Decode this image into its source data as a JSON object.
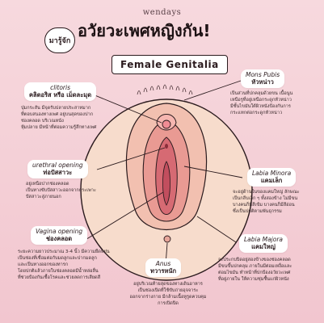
{
  "brand": "wendays",
  "header": {
    "badge": "มารู้จัก",
    "title": "อวัยวะเพศหญิงกัน!",
    "subtitle": "Female Genitalia"
  },
  "parts": {
    "clitoris": {
      "en": "clitoris",
      "th": "คลิตอริส หรือ เม็ดละมุด",
      "desc": "ปุ่มกระสัน มีจุดรับปลายประสาทมาก\nที่ตอบสนองทางเพศ อยู่บนสุดของปาก\nช่องคลอด บริเวณหนัง\nหุ้มปลาย มีหน้าที่ต่อมความรู้สึกทางเพศ"
    },
    "mons_pubis": {
      "en": "Mons Pubis",
      "th": "หัวหน่าว",
      "desc": "เป็นส่วนที่ปกคลุมด้วยขน เนื้อนูน\nเหนือรูที่อยู่เหนือกระดูกหัวหน่าว\nมีชั้นไขมันใต้ผิวหนังป้องกันการ\nกระแทกต่อกระดูกหัวหน่าว"
    },
    "urethral_opening": {
      "en": "urethral opening",
      "th": "ท่อปัสสาวะ",
      "desc": "อยู่เหนือปากช่องคลอด\nเป็นทางขับปัสสาวะออกจากกระเพาะ\nปัสสาวะสู่ภายนอก"
    },
    "labia_minora": {
      "en": "Labia Minora",
      "th": "แคมเล็ก",
      "desc": "จะอยู่ด้านในของแคมใหญ่ ลักษณะ\nเป็นกลีบเล็ก ๆ ทั้งสองข้าง ไม่มีขน\nบางคนก็มีสีเข้ม บางคนก็มีสีอ่อน\nซึ่งเป็นปกติตามพันธุกรรม"
    },
    "vagina_opening": {
      "en": "Vagina opening",
      "th": "ช่องคลอด",
      "desc": "ระยะความยาวประมาณ 3-4 นิ้ว มีความยืดหยุ่น\nเป็นช่องที่เชื่อมต่อกับมดลูกและปากมดลูก\nและเป็นทางออกของทารก\nโดยปกติแล้วภายในช่องคลอดมีน้ำหล่อลื่น\nที่ช่วยป้องกันเชื้อโรคและช่วยลดการเสียดสี"
    },
    "labia_majora": {
      "en": "Labia Majora",
      "th": "แคมใหญ่",
      "desc": "จะประกบปิดอยู่สองข้างของช่องคลอด\nมีขนขึ้นปกคลุม ภายในมีต่อมเหงื่อและ\nต่อมไขมัน ทำหน้าที่ปกป้องอวัยวะเพศ\nที่อยู่ภายใน ให้ความชุ่มชื้นแก่ผิวหนัง"
    },
    "anus": {
      "en": "Anus",
      "th": "ทวารหนัก",
      "desc": "อยู่บริเวณท้ายสุดของทางเดินอาหาร\nเป็นช่องเปิดที่ใช้ขับถ่ายอุจจาระ\nออกจากร่างกาย มีกล้ามเนื้อหูรูดควบคุม\nการเปิดปิด"
    }
  },
  "colors": {
    "background": "#f6d3da",
    "skin_outer": "#f7dccc",
    "labia_majora": "#f0b7a7",
    "labia_minora": "#e78f8c",
    "inner": "#d66a73",
    "clitoris": "#f4a5a9"
  }
}
